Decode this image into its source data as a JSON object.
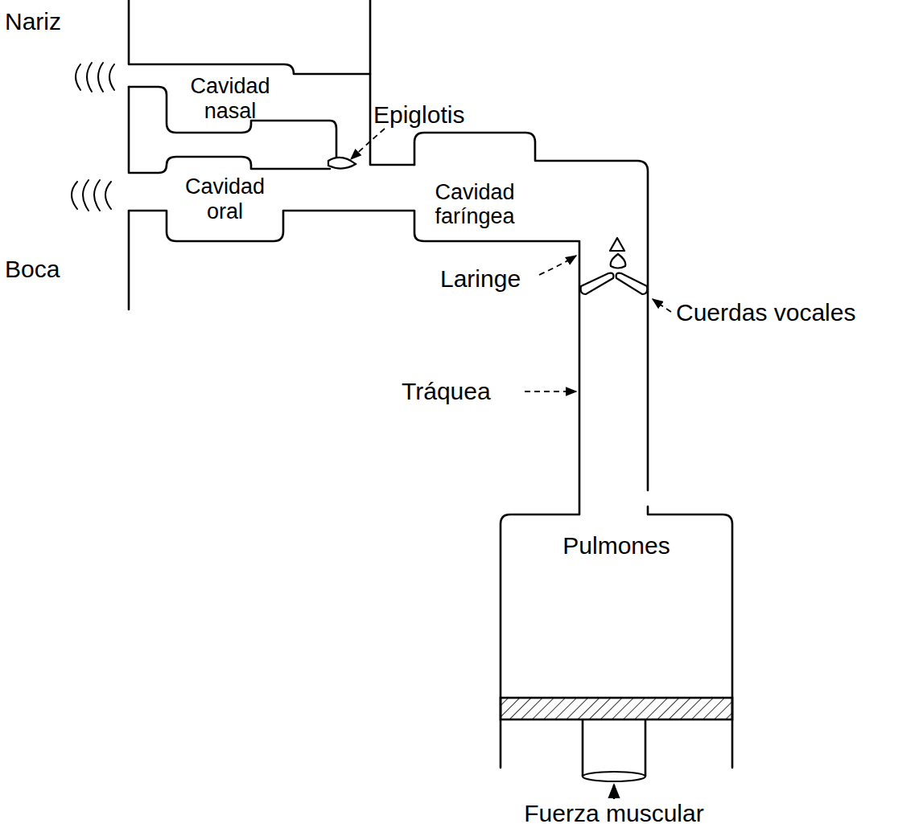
{
  "diagram": {
    "nodes": [
      {
        "text": [
          "Cavidad nasal"
        ]
      },
      {
        "text": [
          "Cavidad oral"
        ]
      },
      {
        "text": [
          "Cavidad faríngea"
        ]
      },
      {
        "text": [
          "Pulmones"
        ]
      }
    ],
    "labels": [
      "Nariz",
      "Boca",
      "Epiglotis",
      "Laringe",
      "Cuerdas vocales",
      "Tráquea",
      "Fuerza muscular"
    ]
  }
}
